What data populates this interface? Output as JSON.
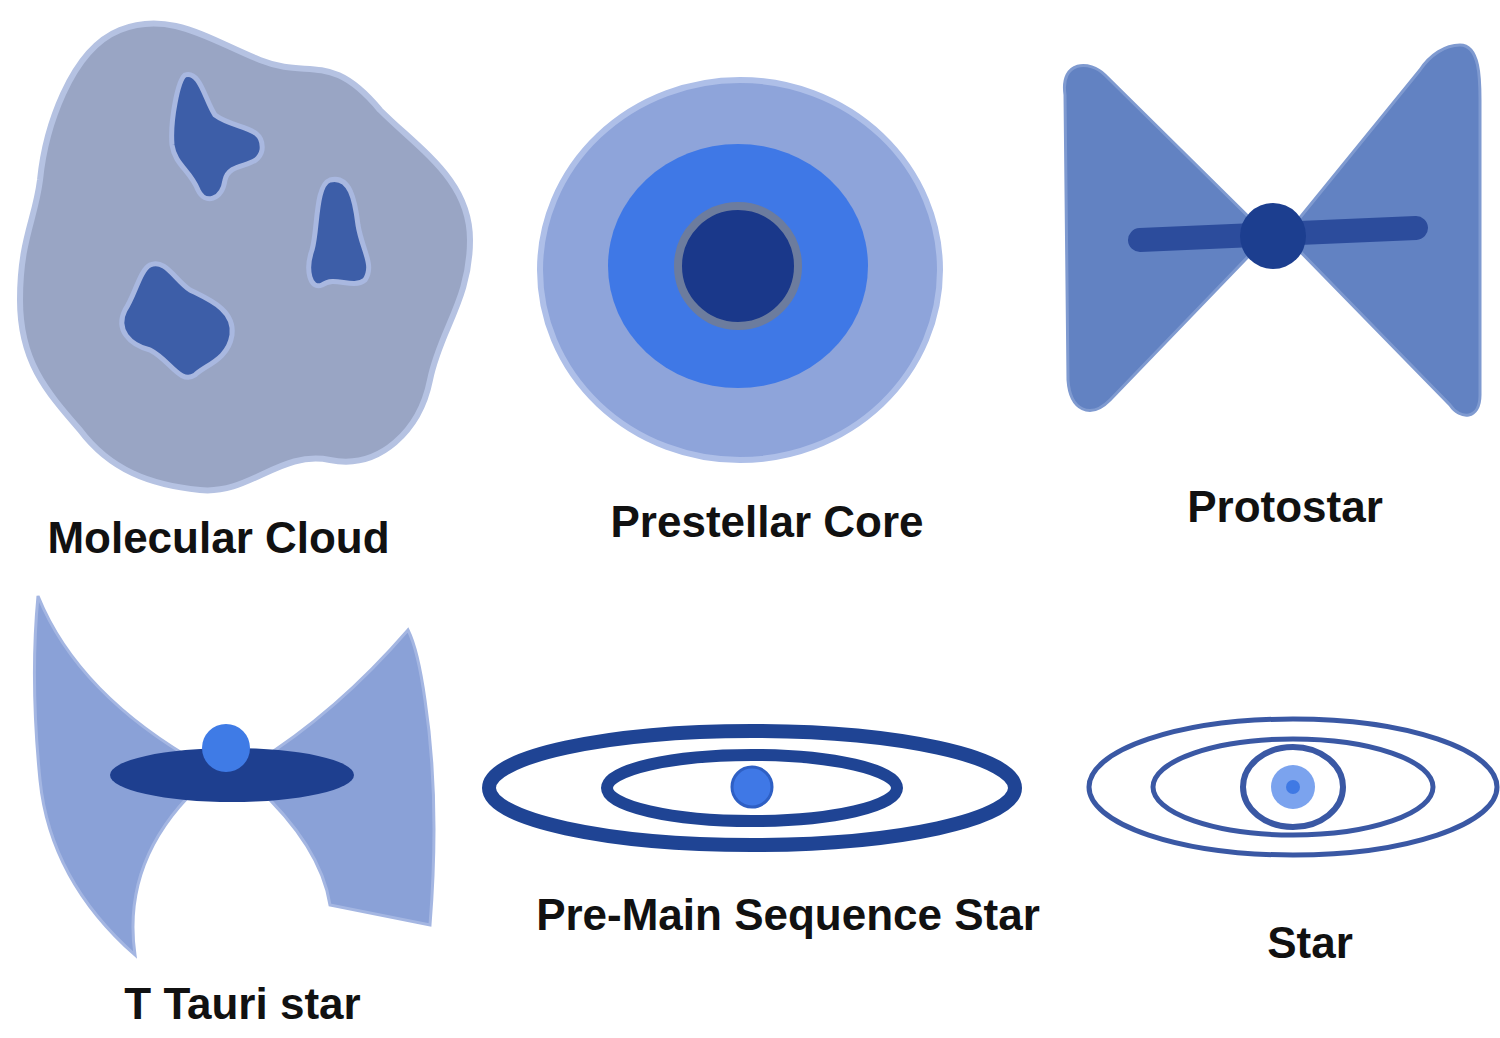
{
  "diagram": {
    "nodes": [
      {
        "text": [
          "Molecular Cloud"
        ]
      },
      {
        "text": [
          "Prestellar Core"
        ]
      },
      {
        "text": [
          "Protostar"
        ]
      },
      {
        "text": [
          "T Tauri star"
        ]
      },
      {
        "text": [
          "Pre-Main Sequence Star"
        ]
      },
      {
        "text": [
          "Star"
        ]
      }
    ]
  }
}
